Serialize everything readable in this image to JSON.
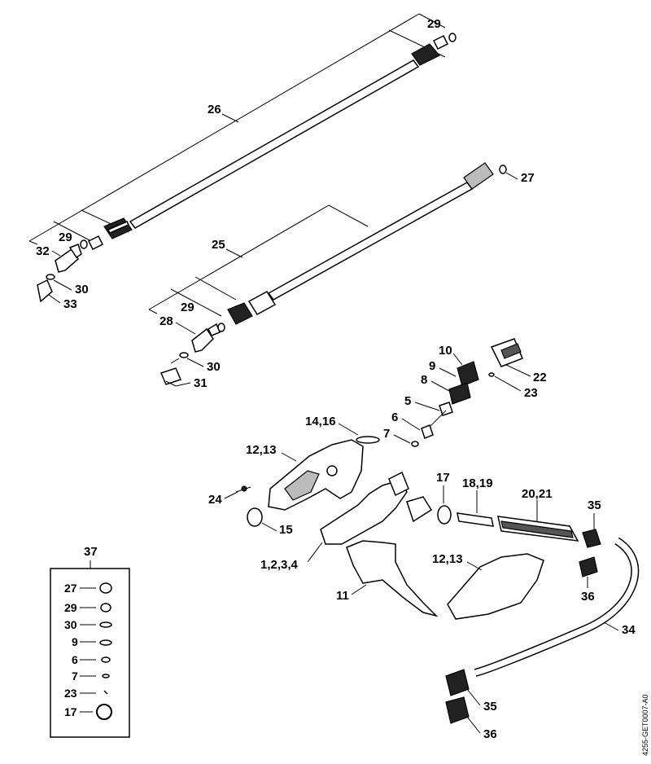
{
  "document_ref": "4255-GET0007-A0",
  "labels": {
    "p29_top": "29",
    "p26": "26",
    "p27": "27",
    "p29_left": "29",
    "p32": "32",
    "p30_left": "30",
    "p33": "33",
    "p25": "25",
    "p29_mid": "29",
    "p28": "28",
    "p30_mid": "30",
    "p31": "31",
    "p10": "10",
    "p9": "9",
    "p8": "8",
    "p5": "5",
    "p6": "6",
    "p7": "7",
    "p22": "22",
    "p23": "23",
    "p14_16": "14,16",
    "p12_13_top": "12,13",
    "p24": "24",
    "p15": "15",
    "p17": "17",
    "p18_19": "18,19",
    "p20_21": "20,21",
    "p35_top": "35",
    "p36_top": "36",
    "p1_2_3_4": "1,2,3,4",
    "p11": "11",
    "p12_13_bottom": "12,13",
    "p34": "34",
    "p35_bottom": "35",
    "p36_bottom": "36",
    "p37": "37"
  },
  "kit_37": {
    "items": [
      {
        "label": "27",
        "seal": "ring-large"
      },
      {
        "label": "29",
        "seal": "ring-medium"
      },
      {
        "label": "30",
        "seal": "o-ring-oval"
      },
      {
        "label": "9",
        "seal": "o-ring-oval"
      },
      {
        "label": "6",
        "seal": "o-ring-small"
      },
      {
        "label": "7",
        "seal": "o-ring-tiny"
      },
      {
        "label": "23",
        "seal": "tick"
      },
      {
        "label": "17",
        "seal": "ring-xl"
      }
    ]
  }
}
